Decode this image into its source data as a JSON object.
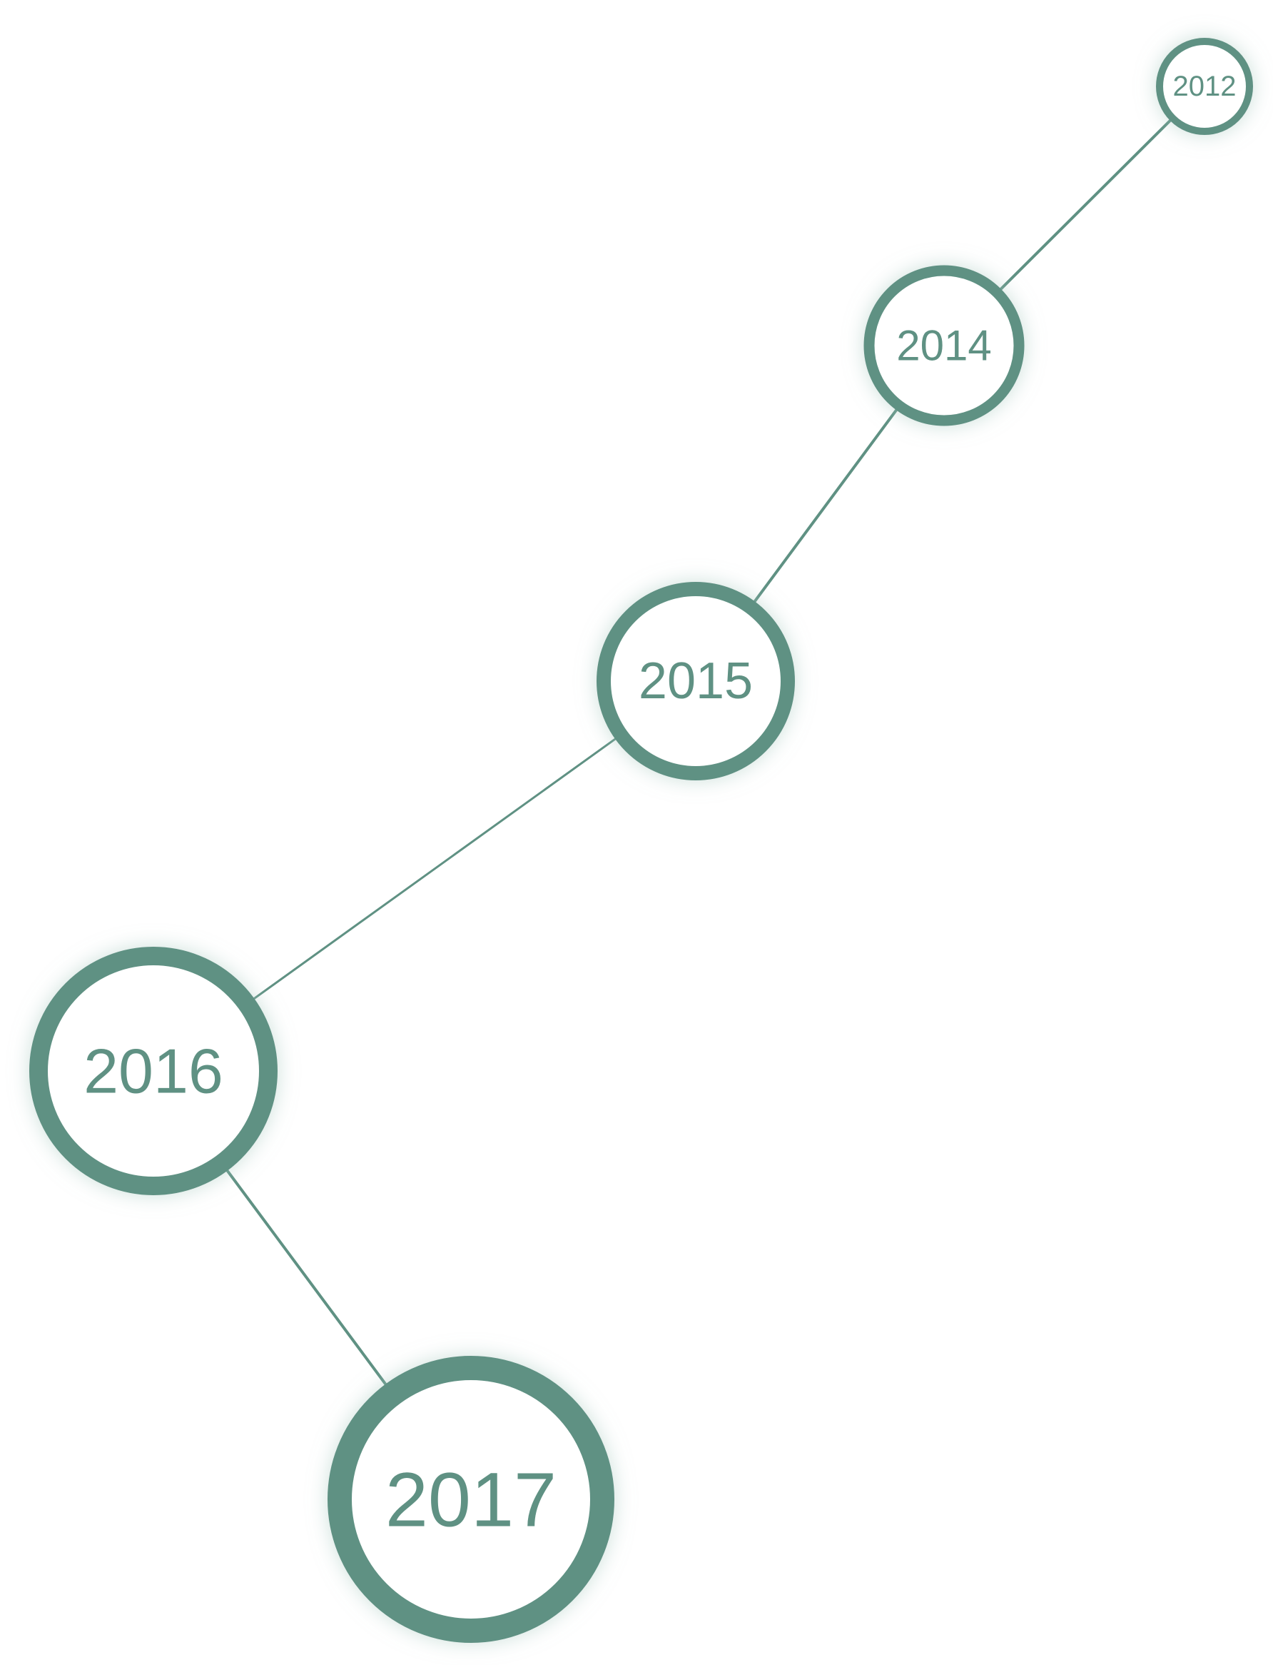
{
  "colors": {
    "accent": "#5f9183",
    "background": "#ffffff",
    "node_fill": "#ffffff"
  },
  "timeline": {
    "nodes": [
      {
        "year": "2012"
      },
      {
        "year": "2014"
      },
      {
        "year": "2015"
      },
      {
        "year": "2016"
      },
      {
        "year": "2017"
      }
    ]
  }
}
